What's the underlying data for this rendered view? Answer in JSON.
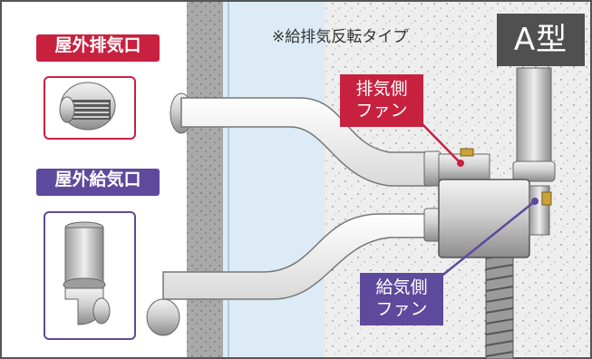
{
  "type_badge": "A型",
  "note": "※給排気反転タイプ",
  "outdoor_exhaust": {
    "label": "屋外排気口"
  },
  "outdoor_supply": {
    "label": "屋外給気口"
  },
  "exhaust_fan": {
    "line1": "排気側",
    "line2": "ファン"
  },
  "supply_fan": {
    "line1": "給気側",
    "line2": "ファン"
  },
  "colors": {
    "exhaust": "#c8213f",
    "supply": "#5e4a9c",
    "badge": "#505050"
  }
}
